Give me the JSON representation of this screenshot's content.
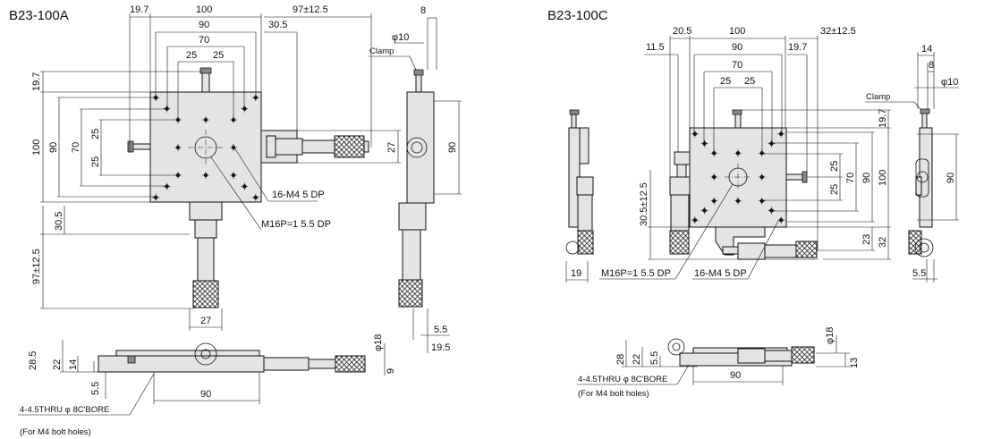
{
  "colors": {
    "line": "#111111",
    "part_fill": "#e4e4e4",
    "background": "#ffffff"
  },
  "model_a": {
    "title": "B23-100A",
    "top": {
      "d19_7": "19.7",
      "d100": "100",
      "d97": "97±12.5",
      "d8": "8",
      "d90": "90",
      "d30_5": "30.5",
      "phi10": "φ10",
      "clamp": "Clamp",
      "d70": "70",
      "d25a": "25",
      "d25b": "25"
    },
    "left": {
      "d19_7": "19.7",
      "d100": "100",
      "d90": "90",
      "d70": "70",
      "d25a": "25",
      "d25b": "25",
      "d30_5": "30.5",
      "d97": "97±12.5"
    },
    "right": {
      "d27": "27",
      "d90": "90",
      "d5_5": "5.5",
      "d19_5": "19.5"
    },
    "callouts": {
      "holes": "16-M4 5 DP",
      "center": "M16P=1 5.5 DP"
    },
    "bottom_dim": "27",
    "front": {
      "phi18": "φ18",
      "d28_5": "28.5",
      "d22": "22",
      "d14": "14",
      "d5_5": "5.5",
      "d9": "9",
      "d90": "90",
      "bolt": "4-4.5THRU φ 8C'BORE",
      "bolt_note": "(For M4 bolt holes)"
    }
  },
  "model_c": {
    "title": "B23-100C",
    "top": {
      "d20_5": "20.5",
      "d100": "100",
      "d32": "32±12.5",
      "d11_5": "11.5",
      "d90": "90",
      "d19_7": "19.7",
      "d70": "70",
      "d25a": "25",
      "d25b": "25",
      "d14": "14",
      "d8": "8",
      "phi10": "φ10",
      "clamp": "Clamp"
    },
    "right": {
      "d19_7": "19.7",
      "d25a": "25",
      "d25b": "25",
      "d70": "70",
      "d90": "90",
      "d100": "100",
      "d23": "23",
      "d32": "32",
      "side90": "90",
      "d5_5": "5.5"
    },
    "left": {
      "d30_5": "30.5±12.5",
      "d19": "19"
    },
    "callouts": {
      "center": "M16P=1 5.5 DP",
      "holes": "16-M4 5 DP"
    },
    "front": {
      "phi18": "φ18",
      "d28": "28",
      "d22": "22",
      "d5_5": "5.5",
      "d13": "13",
      "d90": "90",
      "bolt": "4-4.5THRU φ 8C'BORE",
      "bolt_note": "(For M4 bolt holes)"
    }
  }
}
